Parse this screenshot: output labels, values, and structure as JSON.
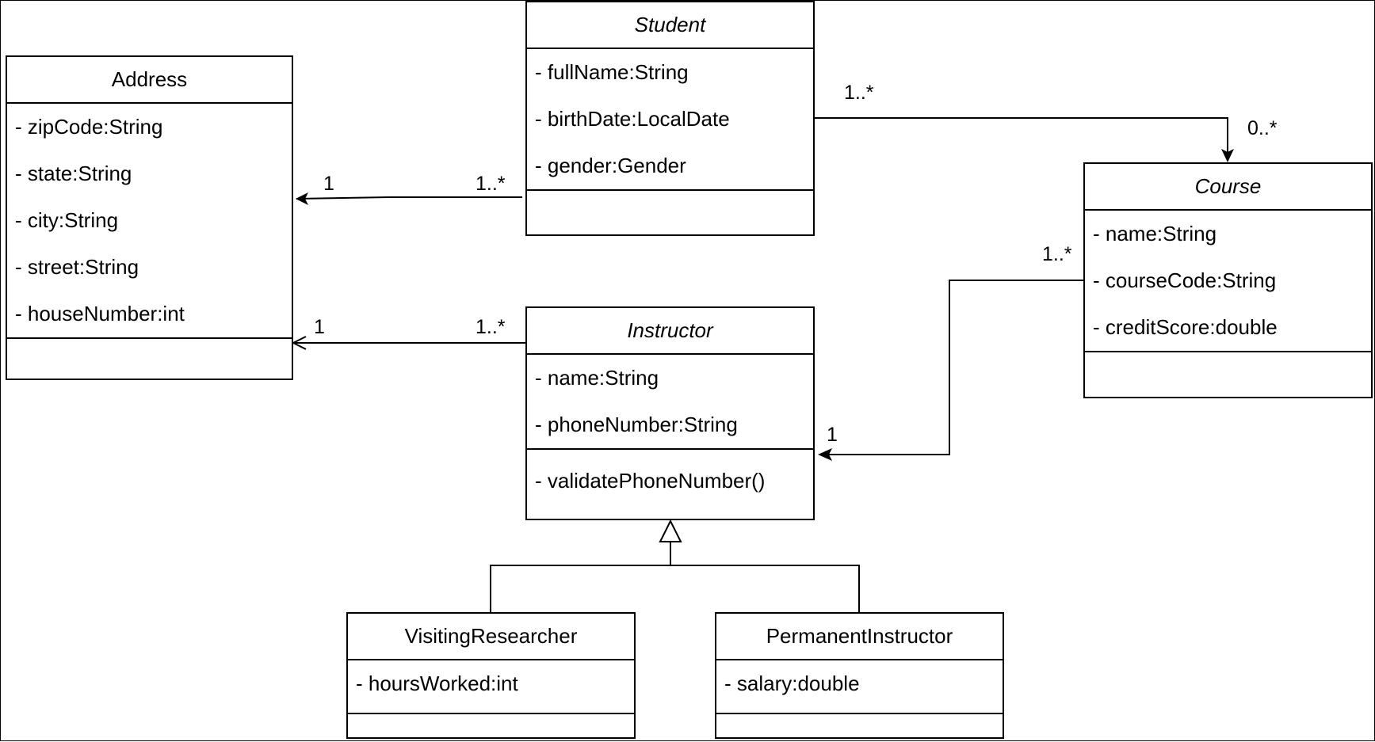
{
  "classes": {
    "address": {
      "name": "Address",
      "attributes": [
        "- zipCode:String",
        "- state:String",
        "- city:String",
        "- street:String",
        "- houseNumber:int"
      ],
      "operations": []
    },
    "student": {
      "name": "Student",
      "attributes": [
        "- fullName:String",
        "- birthDate:LocalDate",
        "- gender:Gender"
      ],
      "operations": []
    },
    "course": {
      "name": "Course",
      "attributes": [
        "- name:String",
        "- courseCode:String",
        "- creditScore:double"
      ],
      "operations": []
    },
    "instructor": {
      "name": "Instructor",
      "attributes": [
        "- name:String",
        "- phoneNumber:String"
      ],
      "operations": [
        "- validatePhoneNumber()"
      ]
    },
    "visiting_researcher": {
      "name": "VisitingResearcher",
      "attributes": [
        "- hoursWorked:int"
      ],
      "operations": []
    },
    "permanent_instructor": {
      "name": "PermanentInstructor",
      "attributes": [
        "- salary:double"
      ],
      "operations": []
    }
  },
  "relations": {
    "student_address": {
      "source_mult": "1..*",
      "target_mult": "1"
    },
    "instructor_address": {
      "source_mult": "1..*",
      "target_mult": "1"
    },
    "student_course": {
      "source_mult": "1..*",
      "target_mult": "0..*"
    },
    "course_instructor": {
      "source_mult": "1..*",
      "target_mult": "1"
    }
  }
}
